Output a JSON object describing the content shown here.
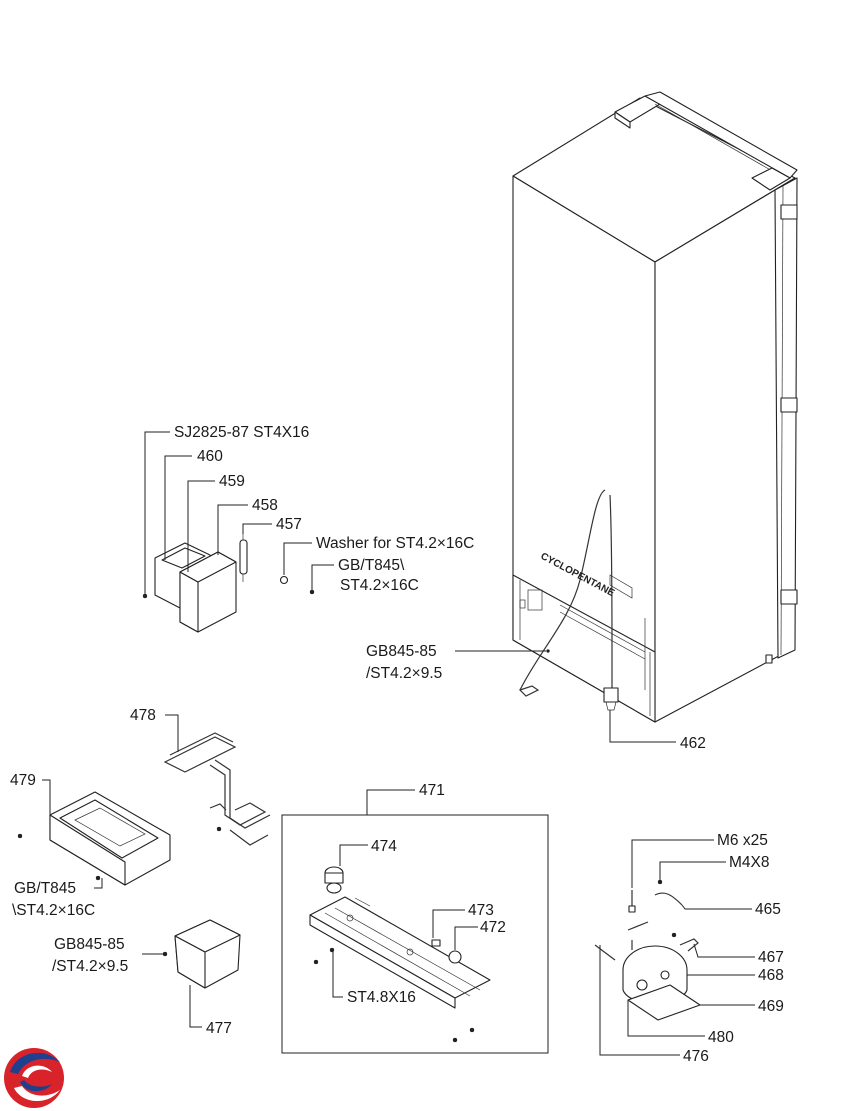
{
  "labels": {
    "sj2825": "SJ2825-87 ST4X16",
    "p460": "460",
    "p459": "459",
    "p458": "458",
    "p457": "457",
    "washer": "Washer for ST4.2×16C",
    "gbt845_1a": "GB/T845\\",
    "gbt845_1b": "ST4.2×16C",
    "gb845_1a": "GB845-85",
    "gb845_1b": "/ST4.2×9.5",
    "p462": "462",
    "p478": "478",
    "p479": "479",
    "gbt845_2a": "GB/T845",
    "gbt845_2b": "\\ST4.2×16C",
    "gb845_2a": "GB845-85",
    "gb845_2b": "/ST4.2×9.5",
    "p477": "477",
    "p471": "471",
    "p474": "474",
    "p473": "473",
    "p472": "472",
    "st48": "ST4.8X16",
    "m6": "M6 x25",
    "m4": "M4X8",
    "p465": "465",
    "p467": "467",
    "p468": "468",
    "p469": "469",
    "p480": "480",
    "p476": "476"
  },
  "cabinet_text": "CYCLOPENTANE",
  "colors": {
    "logo_red": "#d8232a",
    "logo_blue": "#1f3f8f",
    "line": "#222222"
  },
  "icons": {
    "logo": "brand-logo-icon"
  }
}
